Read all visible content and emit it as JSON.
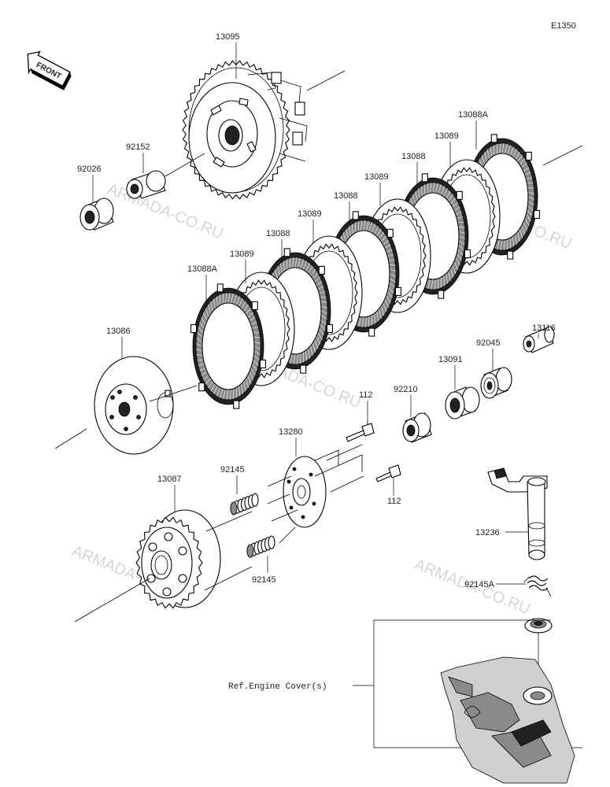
{
  "diagram_code": "E1350",
  "front_badge": "FRONT",
  "reference_note": "Ref.Engine Cover(s)",
  "watermark": "ARMADA-CO.RU",
  "labels": {
    "p13095": "13095",
    "p92152": "92152",
    "p92026": "92026",
    "p13088A_top": "13088A",
    "p13089_a": "13089",
    "p13088_a": "13088",
    "p13089_b": "13089",
    "p13088_b": "13088",
    "p13089_c": "13089",
    "p13088_c": "13088",
    "p13089_d": "13089",
    "p13088A_bottom": "13088A",
    "p13086": "13086",
    "p13116": "13116",
    "p92045": "92045",
    "p13091": "13091",
    "p92210": "92210",
    "p112_top": "112",
    "p13280": "13280",
    "p92145_top": "92145",
    "p112_bottom": "112",
    "p13087": "13087",
    "p92145_bottom": "92145",
    "p13236": "13236",
    "p92145A": "92145A"
  }
}
